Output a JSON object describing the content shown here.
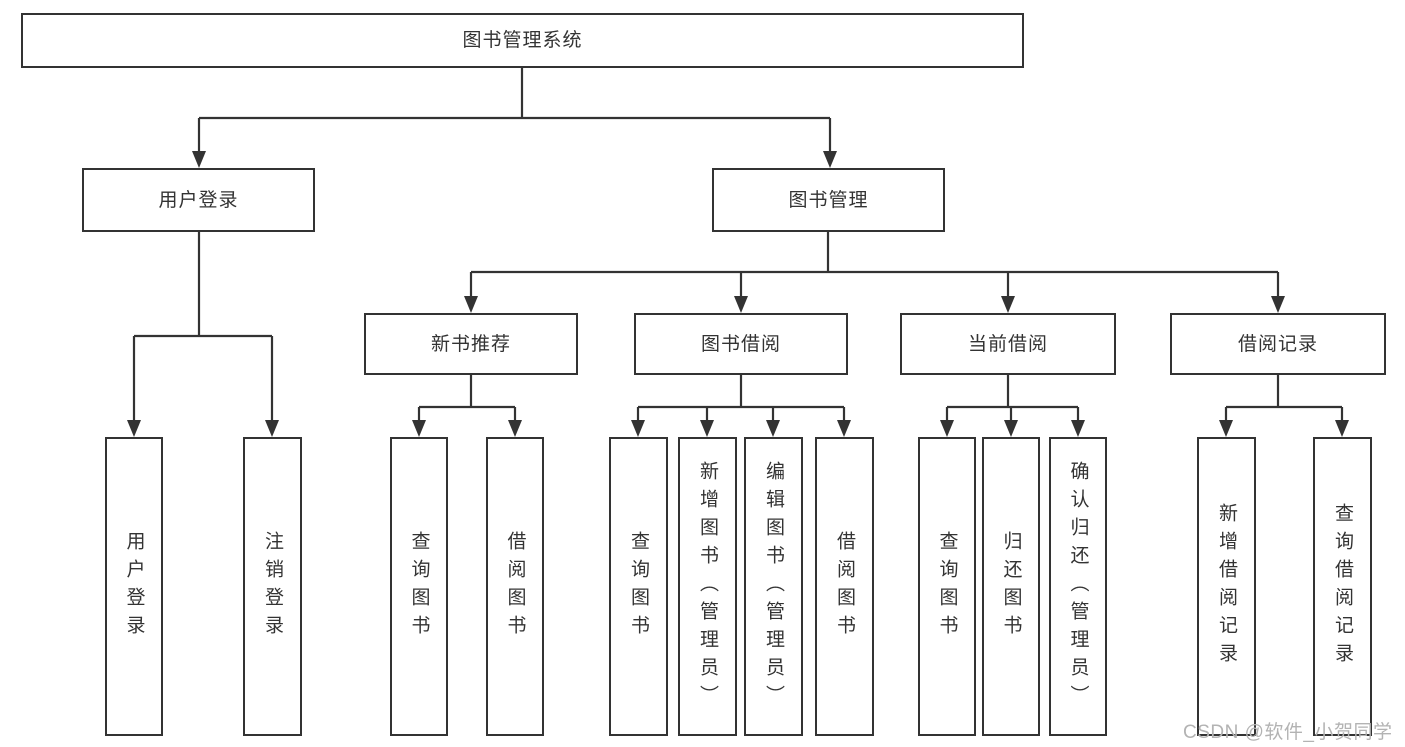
{
  "diagram": {
    "root": {
      "label": "图书管理系统"
    },
    "level2": [
      {
        "label": "用户登录"
      },
      {
        "label": "图书管理"
      }
    ],
    "level3": [
      {
        "label": "新书推荐"
      },
      {
        "label": "图书借阅"
      },
      {
        "label": "当前借阅"
      },
      {
        "label": "借阅记录"
      }
    ],
    "leaves": {
      "user_login": [
        "用户登录",
        "注销登录"
      ],
      "new_books": [
        "查询图书",
        "借阅图书"
      ],
      "book_borrow": [
        "查询图书",
        "新增图书（管理员）",
        "编辑图书（管理员）",
        "借阅图书"
      ],
      "current_borrow": [
        "查询图书",
        "归还图书",
        "确认归还（管理员）"
      ],
      "borrow_records": [
        "新增借阅记录",
        "查询借阅记录"
      ]
    }
  },
  "watermark": {
    "text": "CSDN @软件_小贺同学",
    "color": "#b3b3b3"
  },
  "colors": {
    "line": "#333333",
    "border": "#333333",
    "text": "#333333",
    "background": "#ffffff"
  }
}
